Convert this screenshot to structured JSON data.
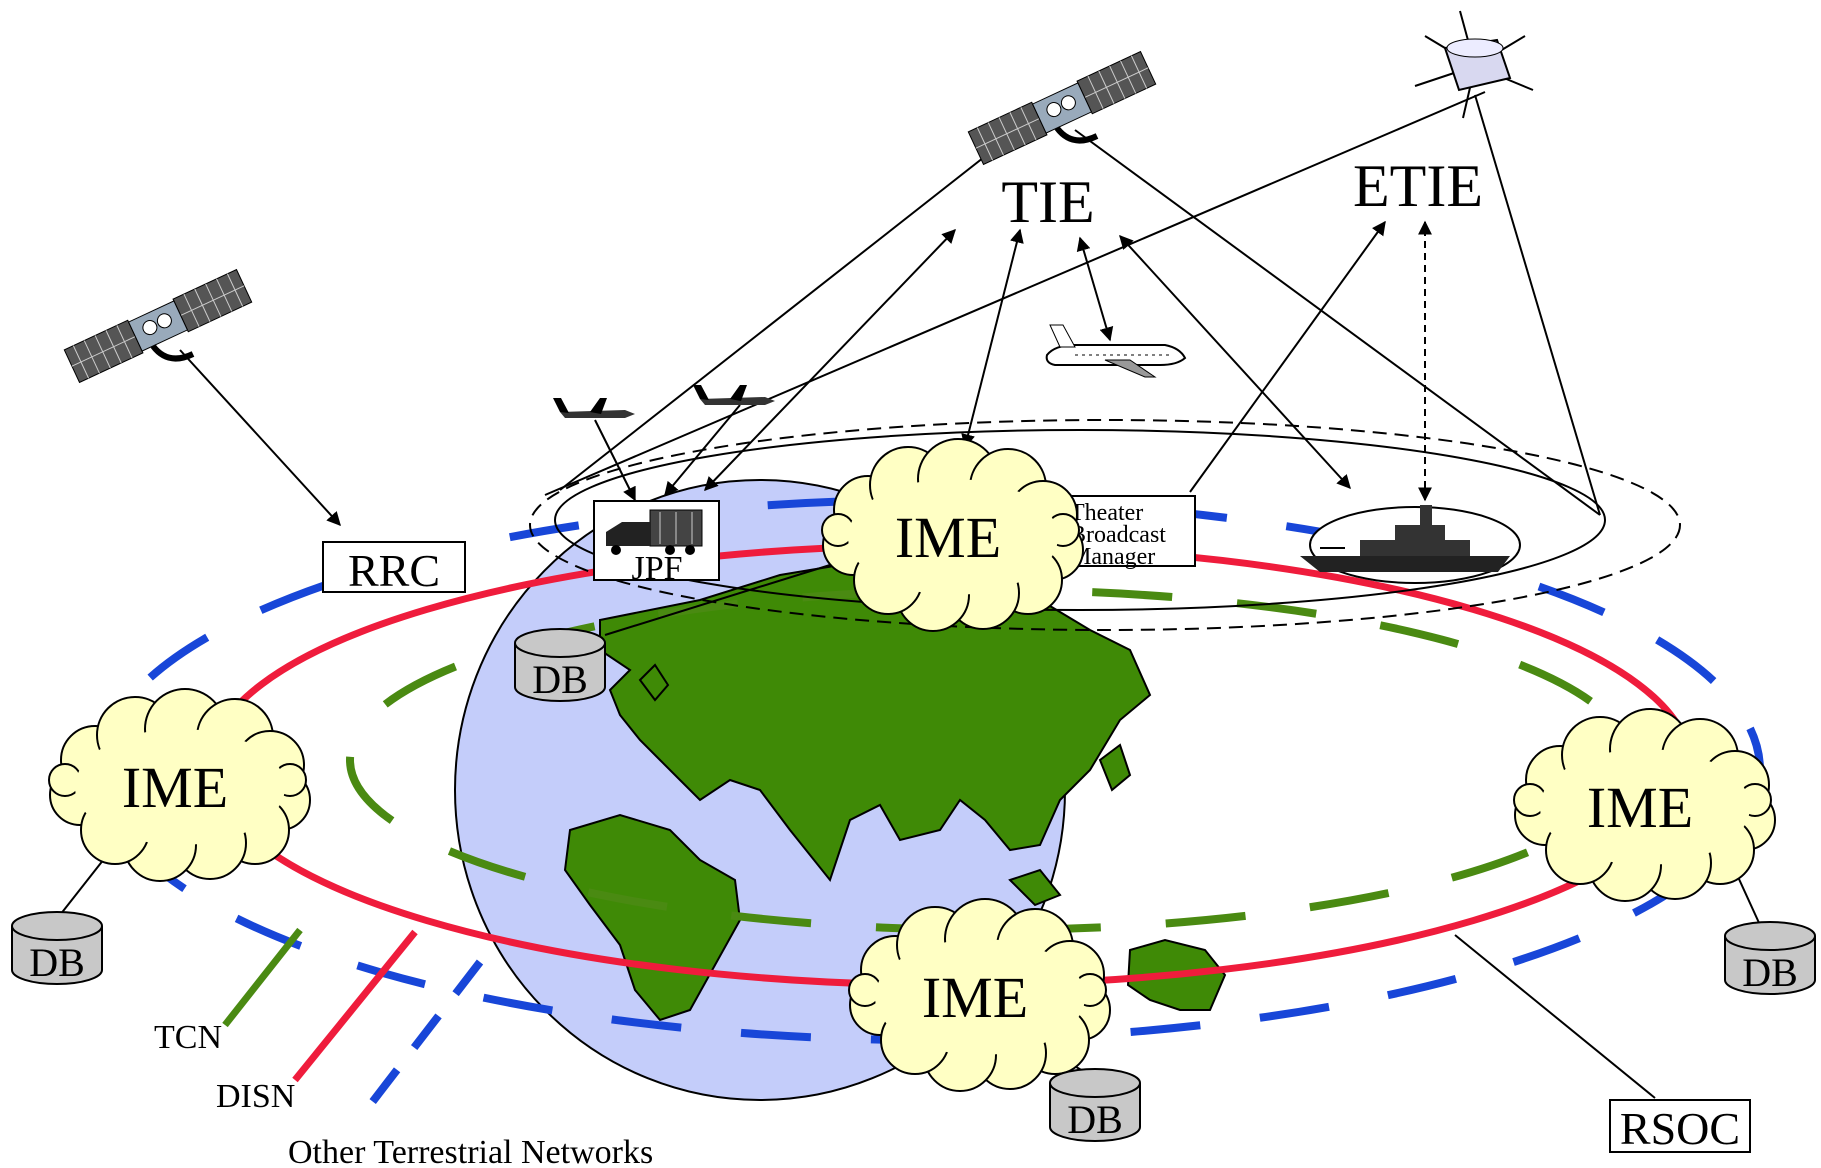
{
  "labels": {
    "tie": "TIE",
    "etie": "ETIE",
    "rrc": "RRC",
    "jpf": "JPF",
    "theater_broadcast_manager": [
      "Theater",
      "Broadcast",
      "Manager"
    ],
    "rsoc": "RSOC",
    "ime": "IME",
    "db": "DB"
  },
  "legend": {
    "tcn": "TCN",
    "disn": "DISN",
    "other": "Other Terrestrial Networks"
  },
  "colors": {
    "disn": "#ef1c3c",
    "tcn": "#4a8a12",
    "other": "#1846d8",
    "globe": "#c4cdfa",
    "land": "#3f8a06",
    "cloud": "#ffffc4",
    "db": "#c8c8c8"
  },
  "icons": [
    "satellite-icon",
    "aircraft-icon",
    "truck-icon",
    "ship-icon",
    "globe-icon",
    "cloud-icon",
    "database-icon"
  ]
}
